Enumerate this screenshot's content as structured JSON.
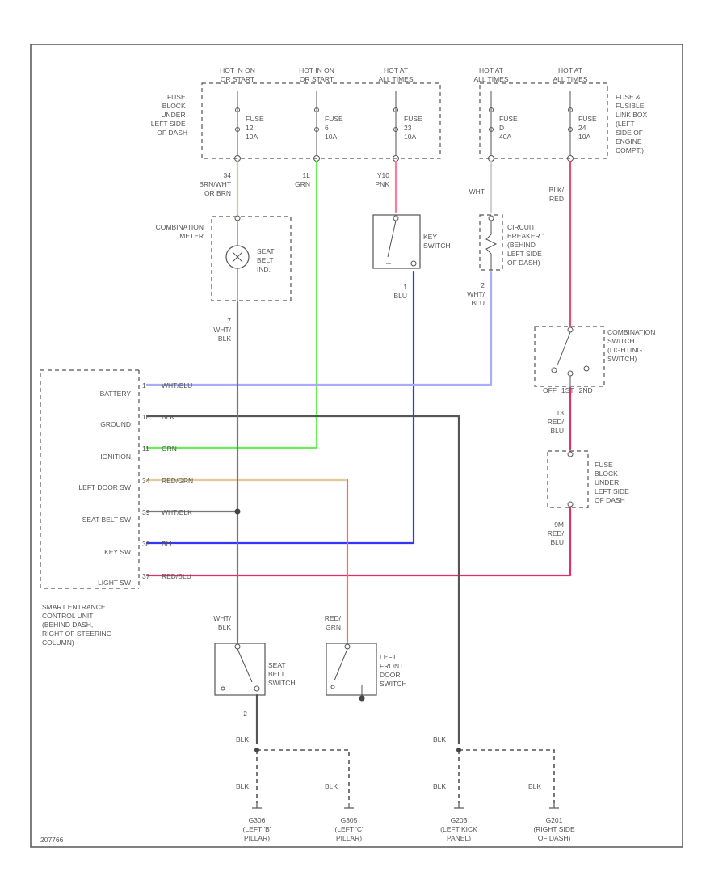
{
  "hot_labels": {
    "h1": [
      "HOT IN ON",
      "OR START"
    ],
    "h2": [
      "HOT IN ON",
      "OR START"
    ],
    "h3": [
      "HOT AT",
      "ALL TIMES"
    ],
    "h4": [
      "HOT AT",
      "ALL TIMES"
    ],
    "h5": [
      "HOT AT",
      "ALL TIMES"
    ]
  },
  "fuse_block_top": [
    "FUSE",
    "BLOCK",
    "UNDER",
    "LEFT SIDE",
    "OF DASH"
  ],
  "fuse_link_box": [
    "FUSE &",
    "FUSIBLE",
    "LINK BOX",
    "(LEFT",
    "SIDE OF",
    "ENGINE",
    "COMPT.)"
  ],
  "fuses": {
    "f12": [
      "FUSE",
      "12",
      "10A"
    ],
    "f6": [
      "FUSE",
      "6",
      "10A"
    ],
    "f23": [
      "FUSE",
      "23",
      "10A"
    ],
    "fd": [
      "FUSE",
      "D",
      "40A"
    ],
    "f24": [
      "FUSE",
      "24",
      "10A"
    ]
  },
  "wires": {
    "brnwht": [
      "34",
      "BRN/WHT",
      "OR BRN"
    ],
    "grn": [
      "1L",
      "GRN"
    ],
    "pnk": [
      "Y10",
      "PNK"
    ],
    "wht": [
      "WHT"
    ],
    "blkred": [
      "BLK/",
      "RED"
    ],
    "whtblk_top": [
      "7",
      "WHT/",
      "BLK"
    ],
    "blu": [
      "1",
      "BLU"
    ],
    "whtblu": [
      "2",
      "WHT/",
      "BLU"
    ],
    "redblu_top": [
      "13",
      "RED/",
      "BLU"
    ],
    "redblu_bot": [
      "9M",
      "RED/",
      "BLU"
    ],
    "whtblk_bot": [
      "WHT/",
      "BLK"
    ],
    "redgrn": [
      "RED/",
      "GRN"
    ],
    "pin2": "2"
  },
  "components": {
    "combination_meter": [
      "COMBINATION",
      "METER"
    ],
    "seat_belt_ind": [
      "SEAT",
      "BELT",
      "IND."
    ],
    "key_switch": [
      "KEY",
      "SWITCH"
    ],
    "circuit_breaker": [
      "CIRCUIT",
      "BREAKER 1",
      "(BEHIND",
      "LEFT SIDE",
      "OF DASH)"
    ],
    "combination_switch": [
      "COMBINATION",
      "SWITCH",
      "(LIGHTING",
      "SWITCH)"
    ],
    "light_switch_positions": [
      "OFF",
      "1ST",
      "2ND"
    ],
    "fuse_block_mid": [
      "FUSE",
      "BLOCK",
      "UNDER",
      "LEFT SIDE",
      "OF DASH"
    ],
    "seat_belt_switch": [
      "SEAT",
      "BELT",
      "SWITCH"
    ],
    "door_switch": [
      "LEFT",
      "FRONT",
      "DOOR",
      "SWITCH"
    ]
  },
  "module": {
    "caption": [
      "SMART ENTRANCE",
      "CONTROL UNIT",
      "(BEHIND DASH,",
      "RIGHT OF STEERING",
      "COLUMN)"
    ],
    "pins": [
      {
        "name": "BATTERY",
        "pin": "1",
        "wire": "WHT/BLU"
      },
      {
        "name": "GROUND",
        "pin": "18",
        "wire": "BLK"
      },
      {
        "name": "IGNITION",
        "pin": "11",
        "wire": "GRN"
      },
      {
        "name": "LEFT DOOR SW",
        "pin": "34",
        "wire": "RED/GRN"
      },
      {
        "name": "SEAT BELT SW",
        "pin": "39",
        "wire": "WHT/BLK"
      },
      {
        "name": "KEY SW",
        "pin": "38",
        "wire": "BLU"
      },
      {
        "name": "LIGHT SW",
        "pin": "37",
        "wire": "RED/BLU"
      }
    ]
  },
  "grounds": {
    "blk": "BLK",
    "g1": [
      "G306",
      "(LEFT 'B'",
      "PILLAR)"
    ],
    "g2": [
      "G305",
      "(LEFT 'C'",
      "PILLAR)"
    ],
    "g3": [
      "G203",
      "(LEFT KICK",
      "PANEL)"
    ],
    "g4": [
      "G201",
      "(RIGHT SIDE",
      "OF DASH)"
    ]
  },
  "figure_id": "207766",
  "wire_colors": {
    "brn": "#d4c79a",
    "grn": "#66ee55",
    "pnk": "#ff7a9a",
    "wht": "#d0d0d0",
    "blkred": "#e05070",
    "blu": "#3434ff",
    "whtblu": "#aaaaff",
    "redblu": "#e0306a",
    "blk": "#555555",
    "redgrn": "#ff6a6a",
    "brngrn": "#e8c898",
    "whtblk": "#777777"
  }
}
